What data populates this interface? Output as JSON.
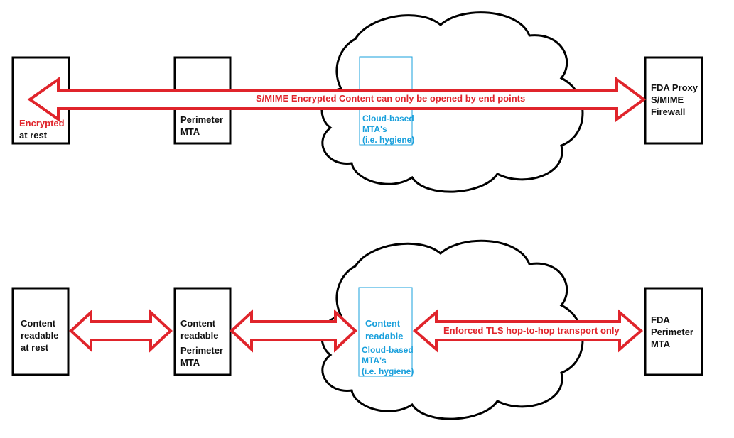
{
  "top": {
    "endpoint_left": {
      "line1": "Encrypted",
      "line2": "at rest"
    },
    "perimeter": {
      "line1": "Perimeter",
      "line2": "MTA"
    },
    "cloud": {
      "line1": "Cloud-based",
      "line2": "MTA's",
      "line3": "(i.e. hygiene)"
    },
    "endpoint_right": {
      "line1": "FDA Proxy",
      "line2": "S/MIME",
      "line3": "Firewall"
    },
    "arrow_label": "S/MIME Encrypted Content can only be opened by end points"
  },
  "bottom": {
    "endpoint_left": {
      "line1": "Content",
      "line2": "readable",
      "line3": "at rest"
    },
    "perimeter": {
      "line1": "Content",
      "line2": "readable",
      "line3": "Perimeter",
      "line4": "MTA"
    },
    "cloud": {
      "line1": "Content",
      "line2": "readable",
      "line3": "Cloud-based",
      "line4": "MTA's",
      "line5": "(i.e. hygiene)"
    },
    "endpoint_right": {
      "line1": "FDA",
      "line2": "Perimeter",
      "line3": "MTA"
    },
    "arrow_label": "Enforced TLS hop-to-hop transport only"
  },
  "colors": {
    "arrow": "#e0242b",
    "cloud_box": "#1aa0dc",
    "stroke": "#000000"
  }
}
